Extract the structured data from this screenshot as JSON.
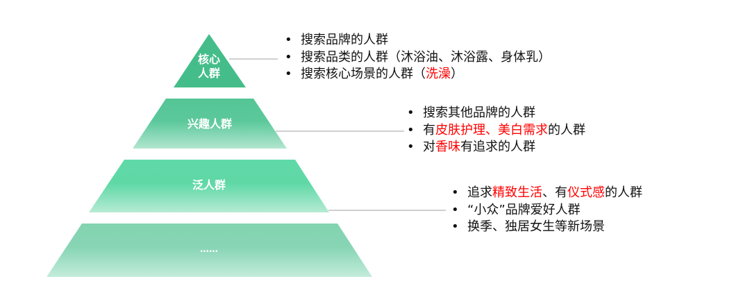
{
  "layers": [
    {
      "label_lines": [
        "核心",
        "人群"
      ]
    },
    {
      "label_lines": [
        "兴趣人群"
      ]
    },
    {
      "label_lines": [
        "泛人群"
      ]
    },
    {
      "label_lines": [
        "……"
      ]
    }
  ],
  "bullet_symbol": "•",
  "colors": {
    "highlight": "#ff0000",
    "text": "#111111",
    "connector": "#bfbfbf",
    "green_top": "#45bd8a",
    "green_mid": "#5dd9a6",
    "green_light": "#b5ead2"
  },
  "blocks": [
    {
      "items": [
        [
          {
            "t": "搜索品牌的人群"
          }
        ],
        [
          {
            "t": "搜索品类的人群（沐浴油、沐浴露、身体乳）"
          }
        ],
        [
          {
            "t": "搜索核心场景的人群（"
          },
          {
            "t": "洗澡",
            "red": true
          },
          {
            "t": "）"
          }
        ]
      ]
    },
    {
      "items": [
        [
          {
            "t": "搜索其他品牌的人群"
          }
        ],
        [
          {
            "t": "有"
          },
          {
            "t": "皮肤护理、美白需求",
            "red": true
          },
          {
            "t": "的人群"
          }
        ],
        [
          {
            "t": "对"
          },
          {
            "t": "香味",
            "red": true
          },
          {
            "t": "有追求的人群"
          }
        ]
      ]
    },
    {
      "items": [
        [
          {
            "t": "追求"
          },
          {
            "t": "精致生活",
            "red": true
          },
          {
            "t": "、有"
          },
          {
            "t": "仪式感",
            "red": true
          },
          {
            "t": "的人群"
          }
        ],
        [
          {
            "t": "“小众”品牌爱好人群"
          }
        ],
        [
          {
            "t": "换季、独居女生等新场景"
          }
        ]
      ]
    }
  ]
}
